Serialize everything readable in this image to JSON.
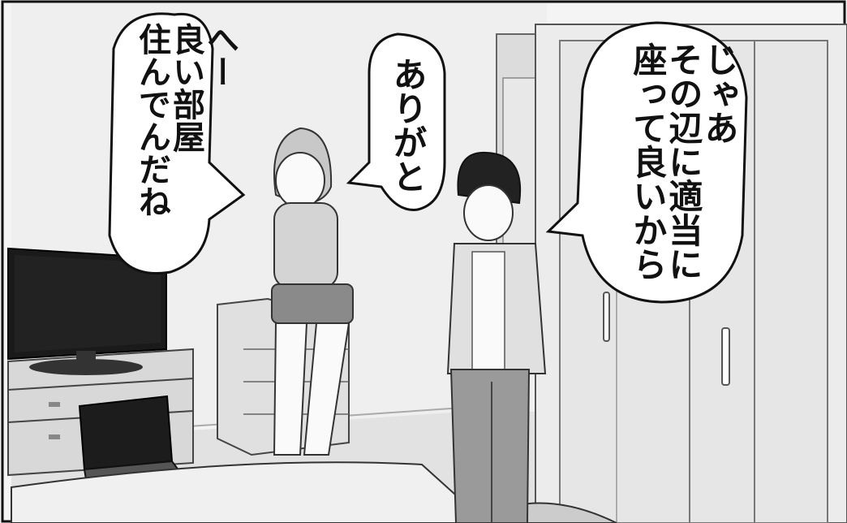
{
  "bubbles": [
    {
      "lines": [
        "へー",
        "良い部屋",
        "住んでんだね"
      ]
    },
    {
      "lines": [
        "ありがと"
      ]
    },
    {
      "lines": [
        "じゃあ",
        "その辺に適当に",
        "座って良いから"
      ]
    }
  ]
}
